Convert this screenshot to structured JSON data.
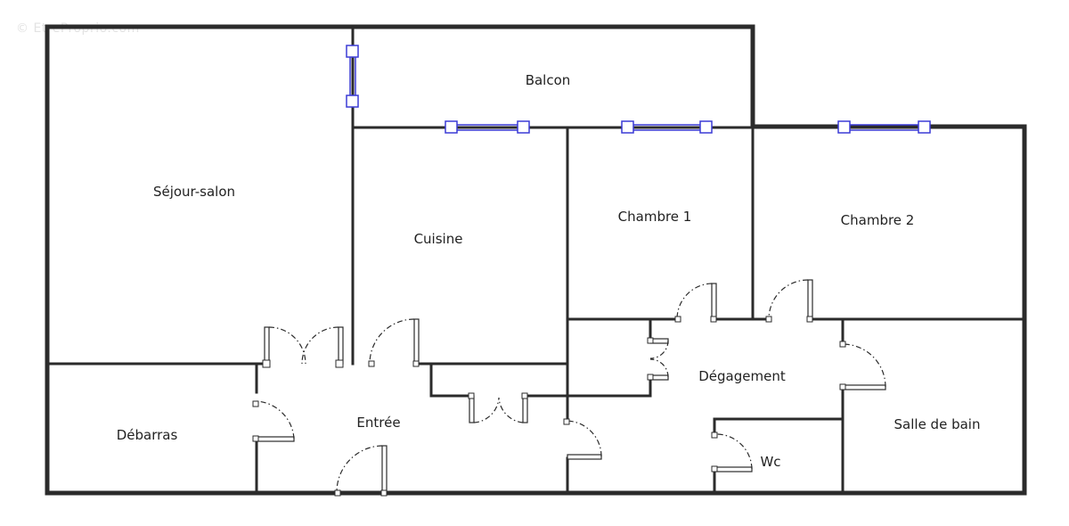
{
  "watermark": "© EtreProprio.com",
  "rooms": {
    "balcon": "Balcon",
    "sejour": "Séjour-salon",
    "cuisine": "Cuisine",
    "chambre1": "Chambre 1",
    "chambre2": "Chambre 2",
    "debarras": "Débarras",
    "entree": "Entrée",
    "degagement": "Dégagement",
    "salle_de_bain": "Salle de bain",
    "wc": "Wc"
  },
  "colors": {
    "wall": "#2b2b2b",
    "window": "#3b3bd6",
    "label": "#222222",
    "watermark": "#e3e3e3"
  }
}
